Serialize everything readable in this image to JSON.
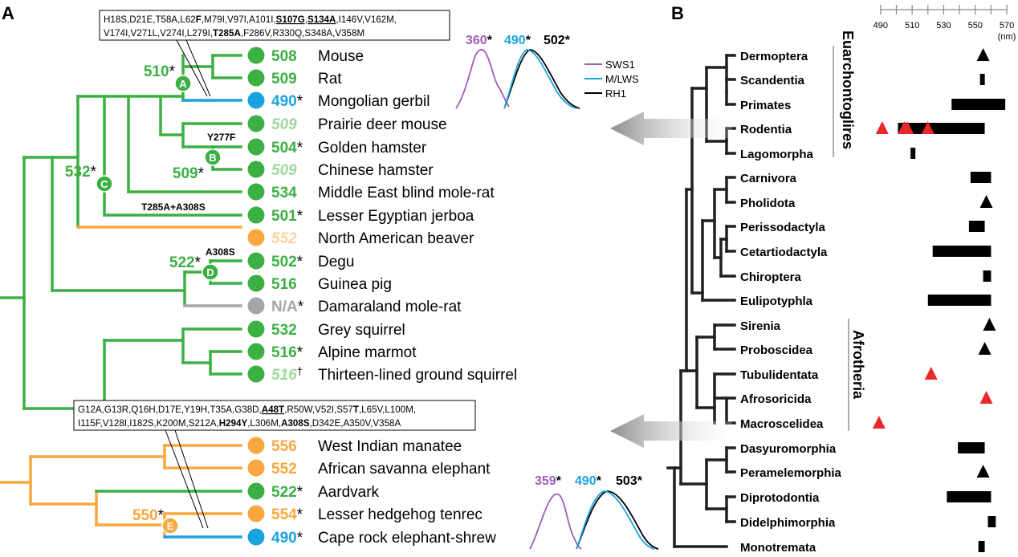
{
  "panelA": {
    "label": "A",
    "boxTop": {
      "line1": [
        {
          "t": "H18S,D21E,T58A,L62"
        },
        {
          "t": "F",
          "b": true
        },
        {
          "t": ",M79I,V97I,A101I,"
        },
        {
          "t": "S107G",
          "b": true,
          "u": true
        },
        {
          "t": ","
        },
        {
          "t": "S134A",
          "b": true,
          "u": true
        },
        {
          "t": ",I146V,V162M,"
        }
      ],
      "line2": [
        {
          "t": "V174I,V271L,V274I,L279I,"
        },
        {
          "t": "T285A",
          "b": true
        },
        {
          "t": ",F286V,R330Q,S348A,V358M"
        }
      ]
    },
    "boxBottom": {
      "line1": [
        {
          "t": "G12A,G13R,Q16H,D17E,Y19H,T35A,G38D,"
        },
        {
          "t": "A48T",
          "b": true,
          "u": true
        },
        {
          "t": ",R50W,V52I,S57"
        },
        {
          "t": "T",
          "b": true
        },
        {
          "t": ",L65V,L100M,"
        }
      ],
      "line2": [
        {
          "t": "I115F,V128I,I182S,K200M,S212A,"
        },
        {
          "t": "H294Y",
          "b": true
        },
        {
          "t": ",L306M,"
        },
        {
          "t": "A308S",
          "b": true
        },
        {
          "t": ",D342E,A350V,V358A"
        }
      ]
    },
    "species": [
      {
        "value": "508",
        "star": "",
        "name": "Mouse",
        "color": "#3cb043",
        "light": false
      },
      {
        "value": "509",
        "star": "",
        "name": "Rat",
        "color": "#3cb043",
        "light": false
      },
      {
        "value": "490",
        "star": "*",
        "name": "Mongolian gerbil",
        "color": "#1aa3df",
        "light": false
      },
      {
        "value": "509",
        "star": "",
        "name": "Prairie deer mouse",
        "color": "#3cb043",
        "light": true
      },
      {
        "value": "504",
        "star": "*",
        "name": "Golden hamster",
        "color": "#3cb043",
        "light": false
      },
      {
        "value": "509",
        "star": "",
        "name": "Chinese hamster",
        "color": "#3cb043",
        "light": true
      },
      {
        "value": "534",
        "star": "",
        "name": "Middle East blind mole-rat",
        "color": "#3cb043",
        "light": false
      },
      {
        "value": "501",
        "star": "*",
        "name": "Lesser Egyptian jerboa",
        "color": "#3cb043",
        "light": false
      },
      {
        "value": "552",
        "star": "",
        "name": "North American beaver",
        "color": "#f9a73e",
        "light": true
      },
      {
        "value": "502",
        "star": "*",
        "name": "Degu",
        "color": "#3cb043",
        "light": false
      },
      {
        "value": "516",
        "star": "",
        "name": "Guinea pig",
        "color": "#3cb043",
        "light": false
      },
      {
        "value": "N/A",
        "star": "*",
        "name": "Damaraland mole-rat",
        "color": "#a6a6a6",
        "light": false
      },
      {
        "value": "532",
        "star": "",
        "name": "Grey squirrel",
        "color": "#3cb043",
        "light": false
      },
      {
        "value": "516",
        "star": "*",
        "name": "Alpine marmot",
        "color": "#3cb043",
        "light": false
      },
      {
        "value": "516",
        "star": "†",
        "name": "Thirteen-lined ground squirrel",
        "color": "#3cb043",
        "light": true
      },
      {
        "value": "556",
        "star": "",
        "name": "West Indian manatee",
        "color": "#f9a73e",
        "light": false
      },
      {
        "value": "552",
        "star": "",
        "name": "African savanna elephant",
        "color": "#f9a73e",
        "light": false
      },
      {
        "value": "522",
        "star": "*",
        "name": "Aardvark",
        "color": "#3cb043",
        "light": false
      },
      {
        "value": "554",
        "star": "*",
        "name": "Lesser hedgehog tenrec",
        "color": "#f9a73e",
        "light": false
      },
      {
        "value": "490",
        "star": "*",
        "name": "Cape rock elephant-shrew",
        "color": "#1aa3df",
        "light": false
      }
    ],
    "nodes": {
      "A": {
        "letter": "A",
        "label": "510",
        "star": "*"
      },
      "B": {
        "letter": "B",
        "label": "509",
        "star": "*",
        "mutation": "Y277F"
      },
      "C": {
        "letter": "C",
        "label": "532",
        "star": "*"
      },
      "D": {
        "letter": "D",
        "label": "522",
        "star": "*",
        "mutation": "A308S"
      },
      "E": {
        "letter": "E",
        "label": "550",
        "star": "*"
      },
      "jerboa_mutation": "T285A+A308S"
    },
    "spectra1": {
      "sws": "360",
      "mlws": "490",
      "rh1": "502",
      "star": "*"
    },
    "spectra2": {
      "sws": "359",
      "mlws": "490",
      "rh1": "503",
      "star": "*"
    },
    "legend": [
      {
        "name": "SWS1",
        "color": "#a25bb8"
      },
      {
        "name": "M/LWS",
        "color": "#1aa3df"
      },
      {
        "name": "RH1",
        "color": "#000000"
      }
    ]
  },
  "panelB": {
    "label": "B",
    "axis": {
      "ticks": [
        "490",
        "510",
        "530",
        "550",
        "570"
      ],
      "unit": "(nm)",
      "min": 485,
      "max": 572
    },
    "groups": {
      "euarchontoglires": "Euarchontoglires",
      "afrotheria": "Afrotheria"
    },
    "orders": [
      {
        "name": "Dermoptera",
        "bar": null,
        "tri": [
          555
        ],
        "red": []
      },
      {
        "name": "Scandentia",
        "bar": [
          553,
          556
        ],
        "tri": [],
        "red": []
      },
      {
        "name": "Primates",
        "bar": [
          535,
          569
        ],
        "tri": [],
        "red": []
      },
      {
        "name": "Rodentia",
        "bar": [
          501,
          556
        ],
        "tri": [],
        "red": [
          491,
          505,
          507,
          520
        ]
      },
      {
        "name": "Lagomorpha",
        "bar": [
          509,
          512
        ],
        "tri": [],
        "red": []
      },
      {
        "name": "Carnivora",
        "bar": [
          547,
          560
        ],
        "tri": [],
        "red": []
      },
      {
        "name": "Pholidota",
        "bar": null,
        "tri": [
          557
        ],
        "red": []
      },
      {
        "name": "Perissodactyla",
        "bar": [
          546,
          556
        ],
        "tri": [],
        "red": []
      },
      {
        "name": "Cetartiodactyla",
        "bar": [
          523,
          560
        ],
        "tri": [],
        "red": []
      },
      {
        "name": "Chiroptera",
        "bar": [
          555,
          560
        ],
        "tri": [],
        "red": []
      },
      {
        "name": "Eulipotyphla",
        "bar": [
          520,
          560
        ],
        "tri": [],
        "red": []
      },
      {
        "name": "Sirenia",
        "bar": null,
        "tri": [
          559
        ],
        "red": []
      },
      {
        "name": "Proboscidea",
        "bar": null,
        "tri": [
          556
        ],
        "red": []
      },
      {
        "name": "Tubulidentata",
        "bar": null,
        "tri": [],
        "red": [
          522
        ]
      },
      {
        "name": "Afrosoricida",
        "bar": null,
        "tri": [],
        "red": [
          557
        ]
      },
      {
        "name": "Macroscelidea",
        "bar": null,
        "tri": [],
        "red": [
          489
        ]
      },
      {
        "name": "Dasyuromorphia",
        "bar": [
          539,
          556
        ],
        "tri": [],
        "red": []
      },
      {
        "name": "Peramelemorphia",
        "bar": null,
        "tri": [
          555
        ],
        "red": []
      },
      {
        "name": "Diprotodontia",
        "bar": [
          532,
          560
        ],
        "tri": [],
        "red": []
      },
      {
        "name": "Didelphimorphia",
        "bar": [
          558,
          563
        ],
        "tri": [],
        "red": []
      },
      {
        "name": "Monotremata",
        "bar": [
          552,
          556
        ],
        "tri": [],
        "red": []
      }
    ]
  }
}
